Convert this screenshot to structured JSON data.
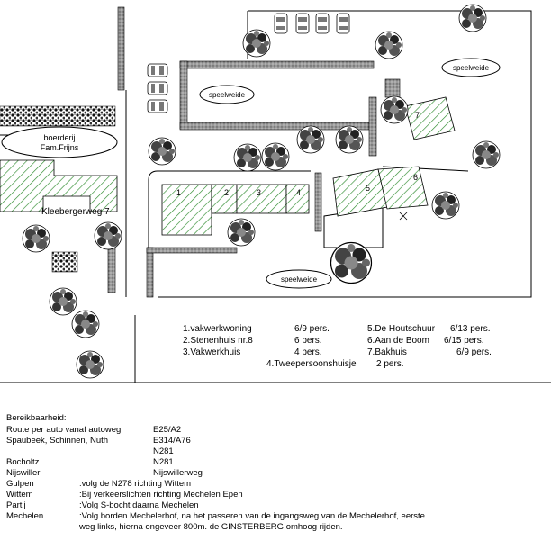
{
  "map": {
    "farm_label_line1": "boerderij",
    "farm_label_line2": "Fam.Frijns",
    "street_label": "Kleebergerweg 7",
    "playground_label": "speelweide",
    "house_numbers": [
      "1",
      "2",
      "3",
      "4",
      "5",
      "6",
      "7"
    ],
    "colors": {
      "hatch": "#2e8b2e",
      "wall": "#808080",
      "line": "#000000"
    }
  },
  "legend": [
    {
      "label": "1.vakwerkwoning",
      "capacity": "6/9 pers."
    },
    {
      "label": "2.Stenenhuis nr.8",
      "capacity": "6 pers."
    },
    {
      "label": "3.Vakwerkhuis",
      "capacity": "4 pers."
    },
    {
      "label": "4.Tweepersoonshuisje",
      "capacity": "2 pers."
    },
    {
      "label": "5.De Houtschuur",
      "capacity": "6/13 pers."
    },
    {
      "label": "6.Aan de Boom",
      "capacity": "6/15 pers."
    },
    {
      "label": "7.Bakhuis",
      "capacity": "6/9 pers."
    }
  ],
  "directions": {
    "heading": "Bereikbaarheid:",
    "rows": [
      {
        "place": "Route per auto vanaf autoweg",
        "info": "E25/A2"
      },
      {
        "place": "Spaubeek, Schinnen, Nuth",
        "info": "E314/A76"
      },
      {
        "place": "",
        "info": "N281"
      },
      {
        "place": "Bocholtz",
        "info": "N281"
      },
      {
        "place": "Nijswiller",
        "info": "Nijswillerweg"
      },
      {
        "place": "Gulpen",
        "info": ":volg de N278 richting Wittem"
      },
      {
        "place": "Wittem",
        "info": ":Bij verkeerslichten richting Mechelen Epen"
      },
      {
        "place": "Partij",
        "info": ":Volg S-bocht daarna  Mechelen"
      },
      {
        "place": "Mechelen",
        "info": ":Volg borden Mechelerhof, na het passeren van de ingangsweg van de Mechelerhof, eerste"
      },
      {
        "place": "",
        "info": " weg links, hierna ongeveer 800m. de GINSTERBERG omhoog rijden."
      }
    ]
  }
}
